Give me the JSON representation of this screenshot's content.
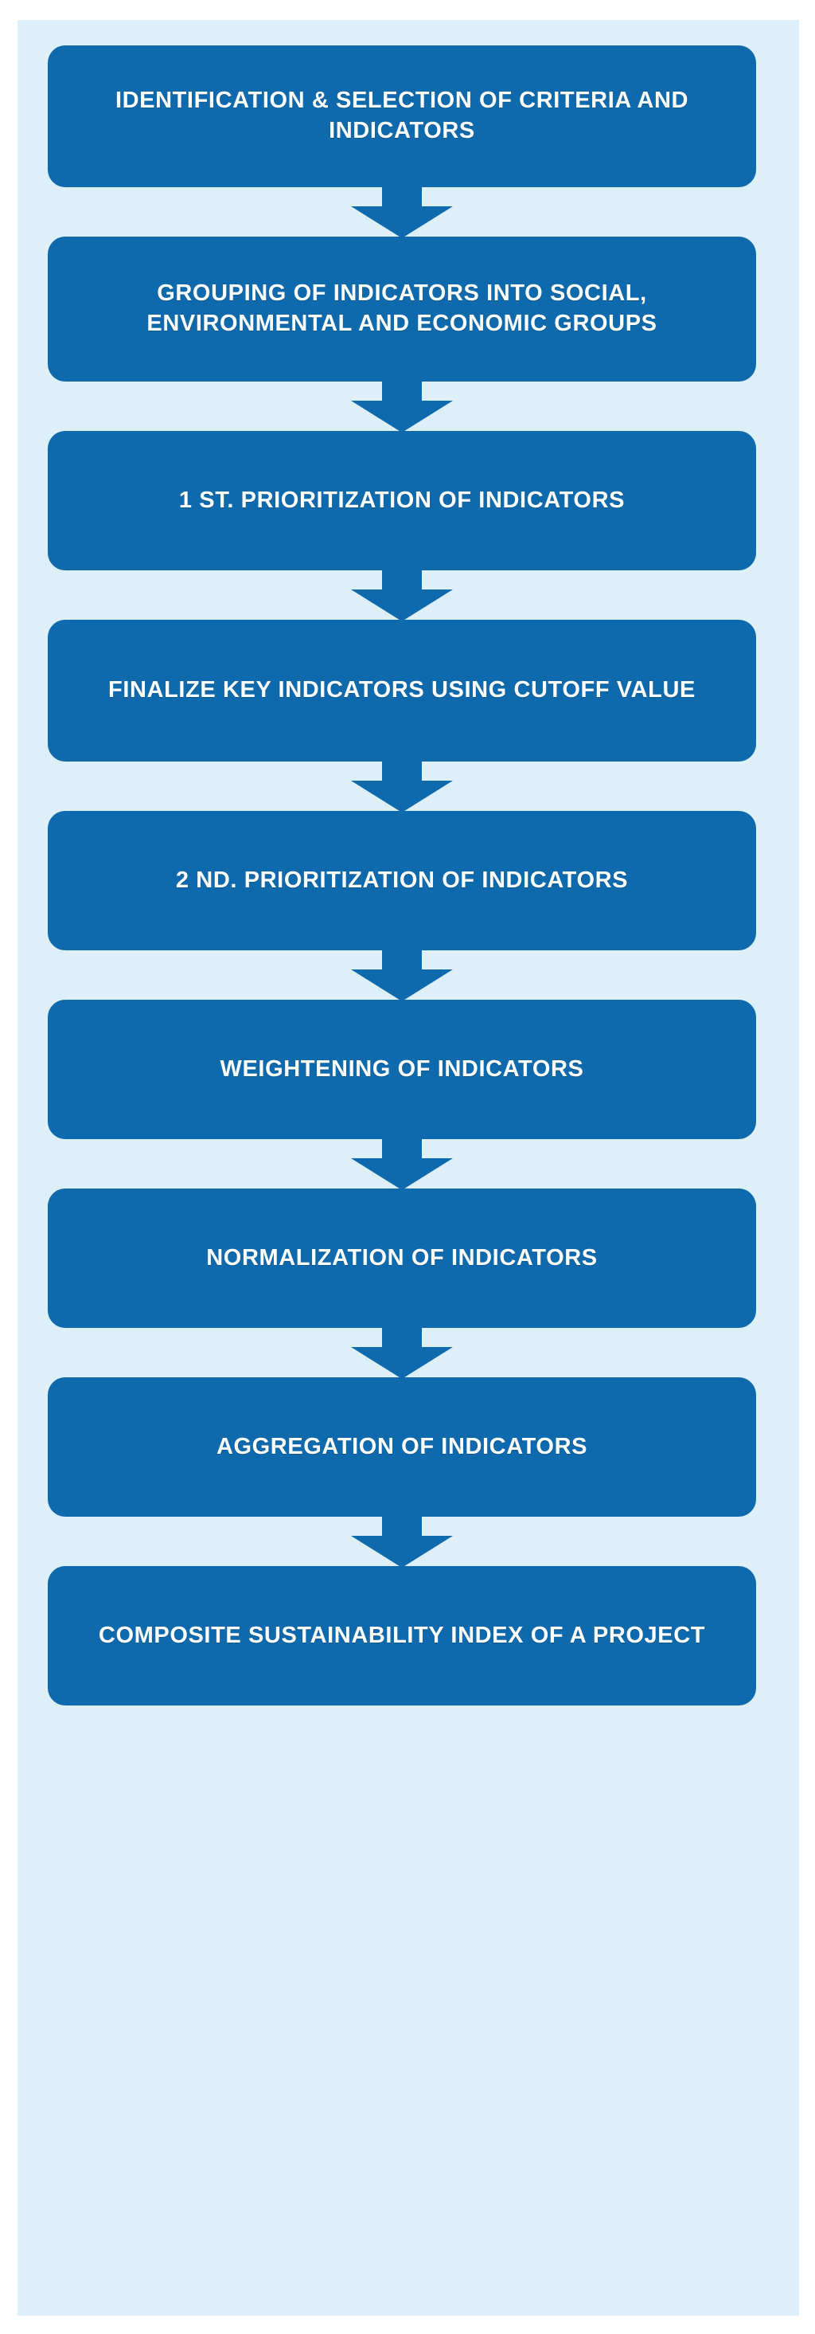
{
  "figure": {
    "kind": "vertical-process-flowchart",
    "background_color": "#ddeff8",
    "page_color": "#ffffff",
    "node_color": "#0f6aad",
    "node_text_color": "#ffffff",
    "connector_color": "#0f6aad",
    "connector_icon": "arrow-down-icon"
  },
  "nodes": [
    {
      "id": "step-1",
      "label": "IDENTIFICATION & SELECTION OF CRITERIA AND INDICATORS",
      "lines": 2
    },
    {
      "id": "step-2",
      "label": "GROUPING OF INDICATORS INTO SOCIAL, ENVIRONMENTAL AND ECONOMIC GROUPS",
      "lines": 3
    },
    {
      "id": "step-3",
      "label": "1 ST. PRIORITIZATION OF INDICATORS",
      "lines": 1
    },
    {
      "id": "step-4",
      "label": "FINALIZE KEY INDICATORS USING CUTOFF VALUE",
      "lines": 2
    },
    {
      "id": "step-5",
      "label": "2 ND. PRIORITIZATION OF INDICATORS",
      "lines": 1
    },
    {
      "id": "step-6",
      "label": "WEIGHTENING OF INDICATORS",
      "lines": 1
    },
    {
      "id": "step-7",
      "label": "NORMALIZATION OF INDICATORS",
      "lines": 1
    },
    {
      "id": "step-8",
      "label": "AGGREGATION OF INDICATORS",
      "lines": 1
    },
    {
      "id": "step-9",
      "label": "COMPOSITE SUSTAINABILITY INDEX OF A PROJECT",
      "lines": 2
    }
  ],
  "connectors": [
    {
      "id": "arrow-1-2",
      "from": "step-1",
      "to": "step-2",
      "direction": "down"
    },
    {
      "id": "arrow-2-3",
      "from": "step-2",
      "to": "step-3",
      "direction": "down"
    },
    {
      "id": "arrow-3-4",
      "from": "step-3",
      "to": "step-4",
      "direction": "down"
    },
    {
      "id": "arrow-4-5",
      "from": "step-4",
      "to": "step-5",
      "direction": "down"
    },
    {
      "id": "arrow-5-6",
      "from": "step-5",
      "to": "step-6",
      "direction": "down"
    },
    {
      "id": "arrow-6-7",
      "from": "step-6",
      "to": "step-7",
      "direction": "down"
    },
    {
      "id": "arrow-7-8",
      "from": "step-7",
      "to": "step-8",
      "direction": "down"
    },
    {
      "id": "arrow-8-9",
      "from": "step-8",
      "to": "step-9",
      "direction": "down"
    }
  ]
}
